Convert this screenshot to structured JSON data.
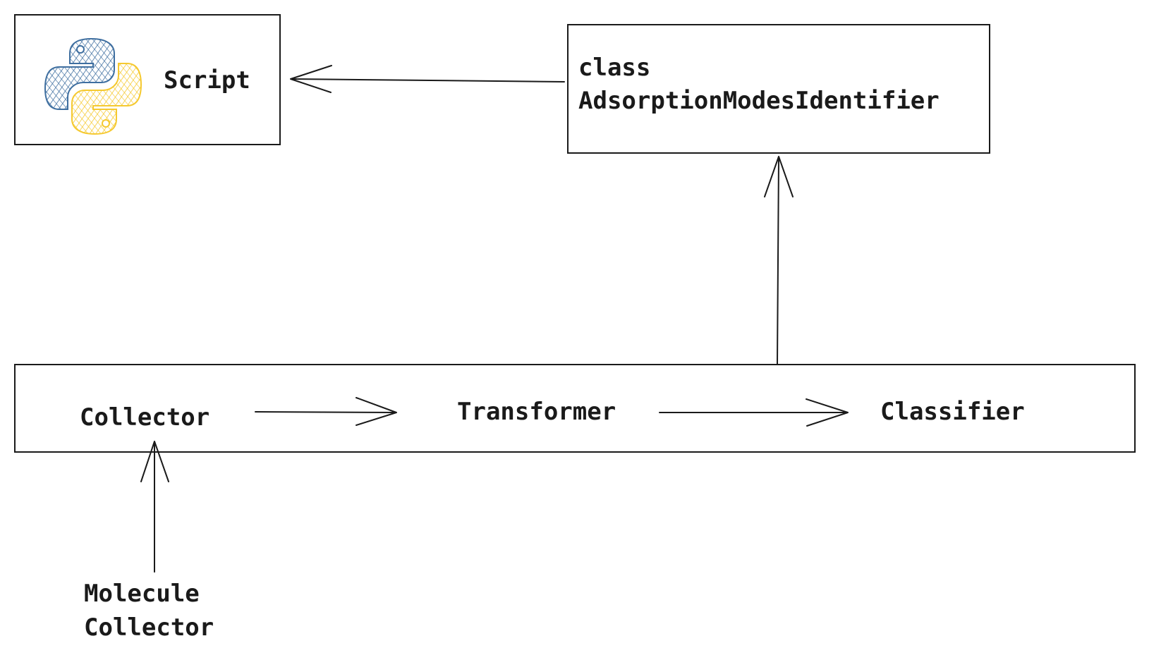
{
  "script_box": {
    "label": "Script",
    "icon": "python-logo-icon",
    "logo_colors": {
      "blue": "#3f6fa0",
      "yellow": "#f5c930"
    }
  },
  "class_box": {
    "line1": "class",
    "line2": "AdsorptionModesIdentifier"
  },
  "pipeline": {
    "collector": "Collector",
    "transformer": "Transformer",
    "classifier": "Classifier"
  },
  "molecule_collector": {
    "line1": "Molecule",
    "line2": "Collector"
  },
  "colors": {
    "stroke": "#1a1a1a",
    "background": "#ffffff"
  }
}
